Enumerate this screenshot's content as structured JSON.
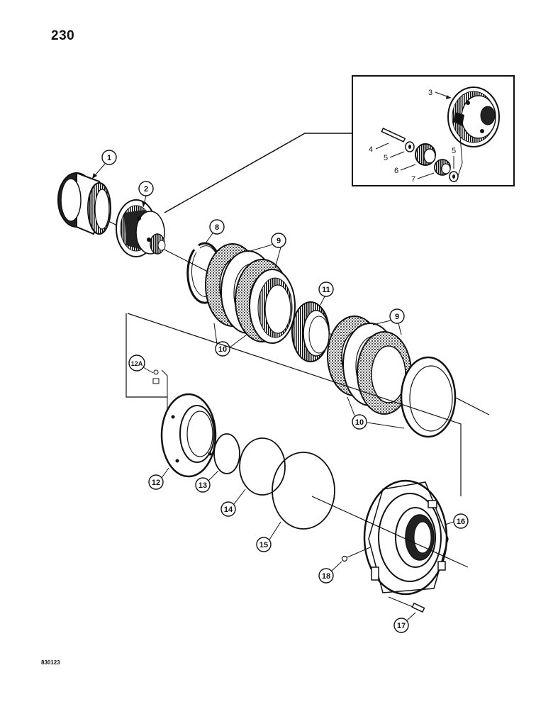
{
  "page_number": "230",
  "drawing_code": "830123",
  "callouts": {
    "c1": "1",
    "c2": "2",
    "c3": "3",
    "c4": "4",
    "c5a": "5",
    "c5b": "5",
    "c6": "6",
    "c7": "7",
    "c8": "8",
    "c9a": "9",
    "c9b": "9",
    "c10a": "10",
    "c10b": "10",
    "c11": "11",
    "c12": "12",
    "c12a": "12A",
    "c13": "13",
    "c14": "14",
    "c15": "15",
    "c16": "16",
    "c17": "17",
    "c18": "18"
  }
}
